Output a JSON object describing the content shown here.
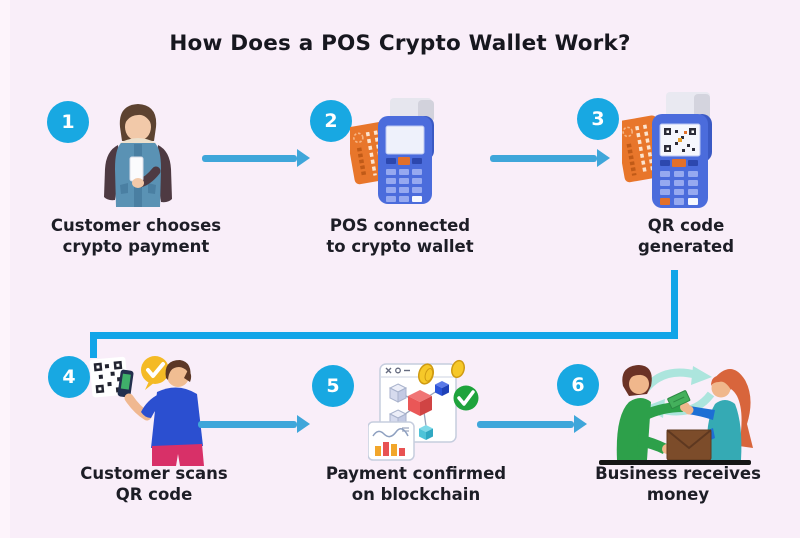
{
  "title": "How Does a POS Crypto Wallet Work?",
  "steps": [
    {
      "number": "1",
      "label_line1": "Customer chooses",
      "label_line2": "crypto payment",
      "illustration": "customer-with-phone"
    },
    {
      "number": "2",
      "label_line1": "POS connected",
      "label_line2": "to crypto wallet",
      "illustration": "pos-terminal-with-card"
    },
    {
      "number": "3",
      "label_line1": "QR code",
      "label_line2": "generated",
      "illustration": "pos-terminal-qr-screen"
    },
    {
      "number": "4",
      "label_line1": "Customer scans",
      "label_line2": "QR code",
      "illustration": "customer-scanning-qr"
    },
    {
      "number": "5",
      "label_line1": "Payment confirmed",
      "label_line2": "on blockchain",
      "illustration": "blockchain-window-coins-check"
    },
    {
      "number": "6",
      "label_line1": "Business receives",
      "label_line2": "money",
      "illustration": "business-money-handover"
    }
  ],
  "colors": {
    "background": "#f9eef9",
    "step_badge": "#18a8e2",
    "arrow": "#3fa6da",
    "connector": "#12a5e8",
    "title_text": "#17171f",
    "label_text": "#1d1d26"
  }
}
